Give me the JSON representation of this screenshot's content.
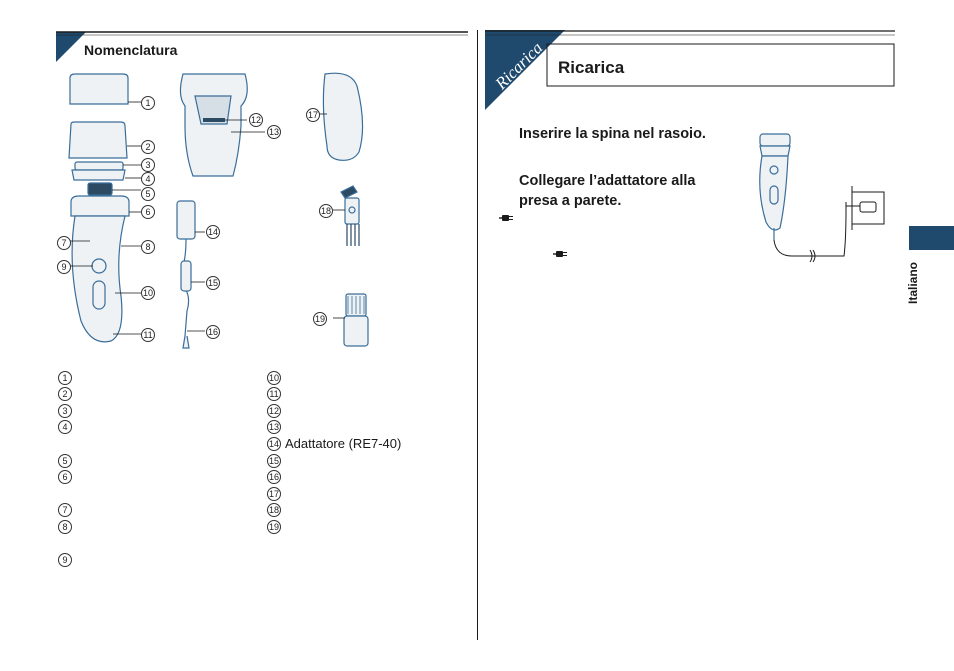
{
  "left": {
    "title": "Nomenclatura",
    "callouts": [
      "1",
      "2",
      "3",
      "4",
      "5",
      "6",
      "7",
      "8",
      "9",
      "10",
      "11",
      "12",
      "13",
      "14",
      "15",
      "16",
      "17",
      "18",
      "19"
    ],
    "legend_left": [
      {
        "n": "1",
        "text": ""
      },
      {
        "n": "2",
        "text": ""
      },
      {
        "n": "3",
        "text": ""
      },
      {
        "n": "4",
        "text": ""
      },
      {
        "n": "5",
        "text": ""
      },
      {
        "n": "6",
        "text": ""
      },
      {
        "n": "7",
        "text": ""
      },
      {
        "n": "8",
        "text": ""
      },
      {
        "n": "9",
        "text": ""
      }
    ],
    "legend_right": [
      {
        "n": "10",
        "text": ""
      },
      {
        "n": "11",
        "text": ""
      },
      {
        "n": "12",
        "text": ""
      },
      {
        "n": "13",
        "text": ""
      },
      {
        "n": "14",
        "text": "Adattatore (RE7-40)"
      },
      {
        "n": "15",
        "text": ""
      },
      {
        "n": "16",
        "text": ""
      },
      {
        "n": "17",
        "text": ""
      },
      {
        "n": "18",
        "text": ""
      },
      {
        "n": "19",
        "text": ""
      }
    ]
  },
  "right": {
    "corner_label": "Ricarica",
    "title": "Ricarica",
    "step1": "Inserire la spina nel rasoio.",
    "step2_line1": "Collegare l’adattatore alla",
    "step2_line2": "presa a parete."
  },
  "sidebar": {
    "language": "Italiano"
  },
  "colors": {
    "accent": "#1f4a6e",
    "line": "#1a1a1a",
    "illustration_stroke": "#3a6e9a",
    "illustration_fill": "#eef2f5"
  }
}
